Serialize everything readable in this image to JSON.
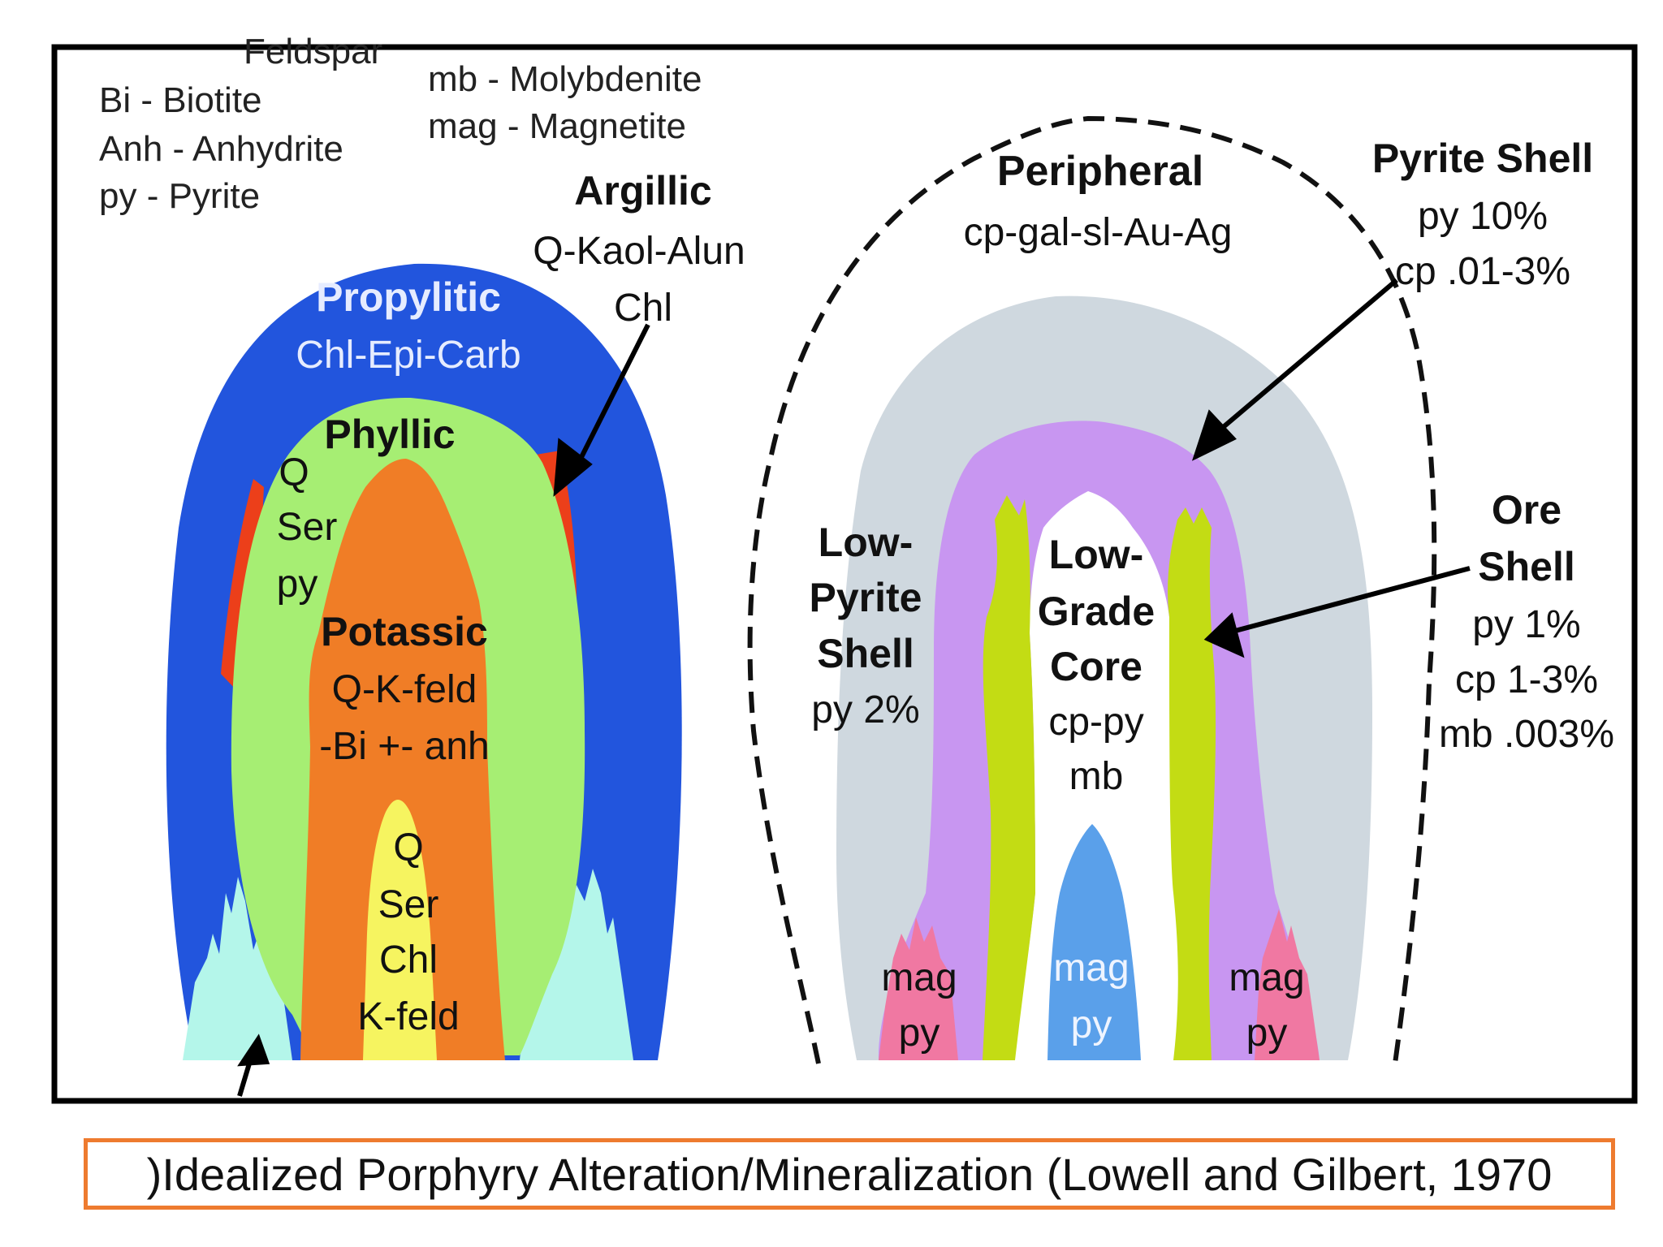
{
  "legend": {
    "feldspar": "Feldspar",
    "biotite": "Bi - Biotite",
    "anhydrite": "Anh - Anhydrite",
    "pyrite": "py - Pyrite",
    "molybdenite": "mb - Molybdenite",
    "magnetite": "mag - Magnetite"
  },
  "alteration": {
    "argillic": {
      "title": "Argillic",
      "line1": "Q-Kaol-Alun",
      "line2": "Chl"
    },
    "propylitic": {
      "title": "Propylitic",
      "line1": "Chl-Epi-Carb"
    },
    "phyllic": {
      "title": "Phyllic",
      "q": "Q",
      "ser": "Ser",
      "py": "py"
    },
    "potassic": {
      "title": "Potassic",
      "line1": "Q-K-feld",
      "line2": "-Bi +- anh"
    },
    "core": {
      "l1": "Q",
      "l2": "Ser",
      "l3": "Chl",
      "l4": "K-feld"
    }
  },
  "mineralization": {
    "peripheral": {
      "title": "Peripheral",
      "line1": "cp-gal-sl-Au-Ag"
    },
    "pyrite_shell": {
      "title": "Pyrite Shell",
      "line1": "py 10%",
      "line2": "cp .01-3%"
    },
    "ore_shell": {
      "title1": "Ore",
      "title2": "Shell",
      "line1": "py 1%",
      "line2": "cp 1-3%",
      "line3": "mb .003%"
    },
    "low_pyrite_shell": {
      "l1": "Low-",
      "l2": "Pyrite",
      "l3": "Shell",
      "l4": "py 2%"
    },
    "low_grade_core": {
      "l1": "Low-",
      "l2": "Grade",
      "l3": "Core",
      "l4": "cp-py",
      "l5": "mb"
    },
    "mag_left": {
      "l1": "mag",
      "l2": "py"
    },
    "mag_center": {
      "l1": "mag",
      "l2": "py"
    },
    "mag_right": {
      "l1": "mag",
      "l2": "py"
    }
  },
  "caption": ")Idealized Porphyry Alteration/Mineralization (Lowell and Gilbert, 1970",
  "colors": {
    "propylitic": "#2255dd",
    "phyllic": "#a6ee73",
    "potassic": "#f07d26",
    "argillic": "#ec3f1a",
    "core": "#f6f460",
    "aqua": "#b4f6ea",
    "peripheral": "#cfd8df",
    "pyrite_shell": "#c896f1",
    "ore_shell": "#c3dc14",
    "magnetite": "#f078a2",
    "mag_core": "#5aa0ea",
    "caption_border": "#ee7b2f"
  }
}
